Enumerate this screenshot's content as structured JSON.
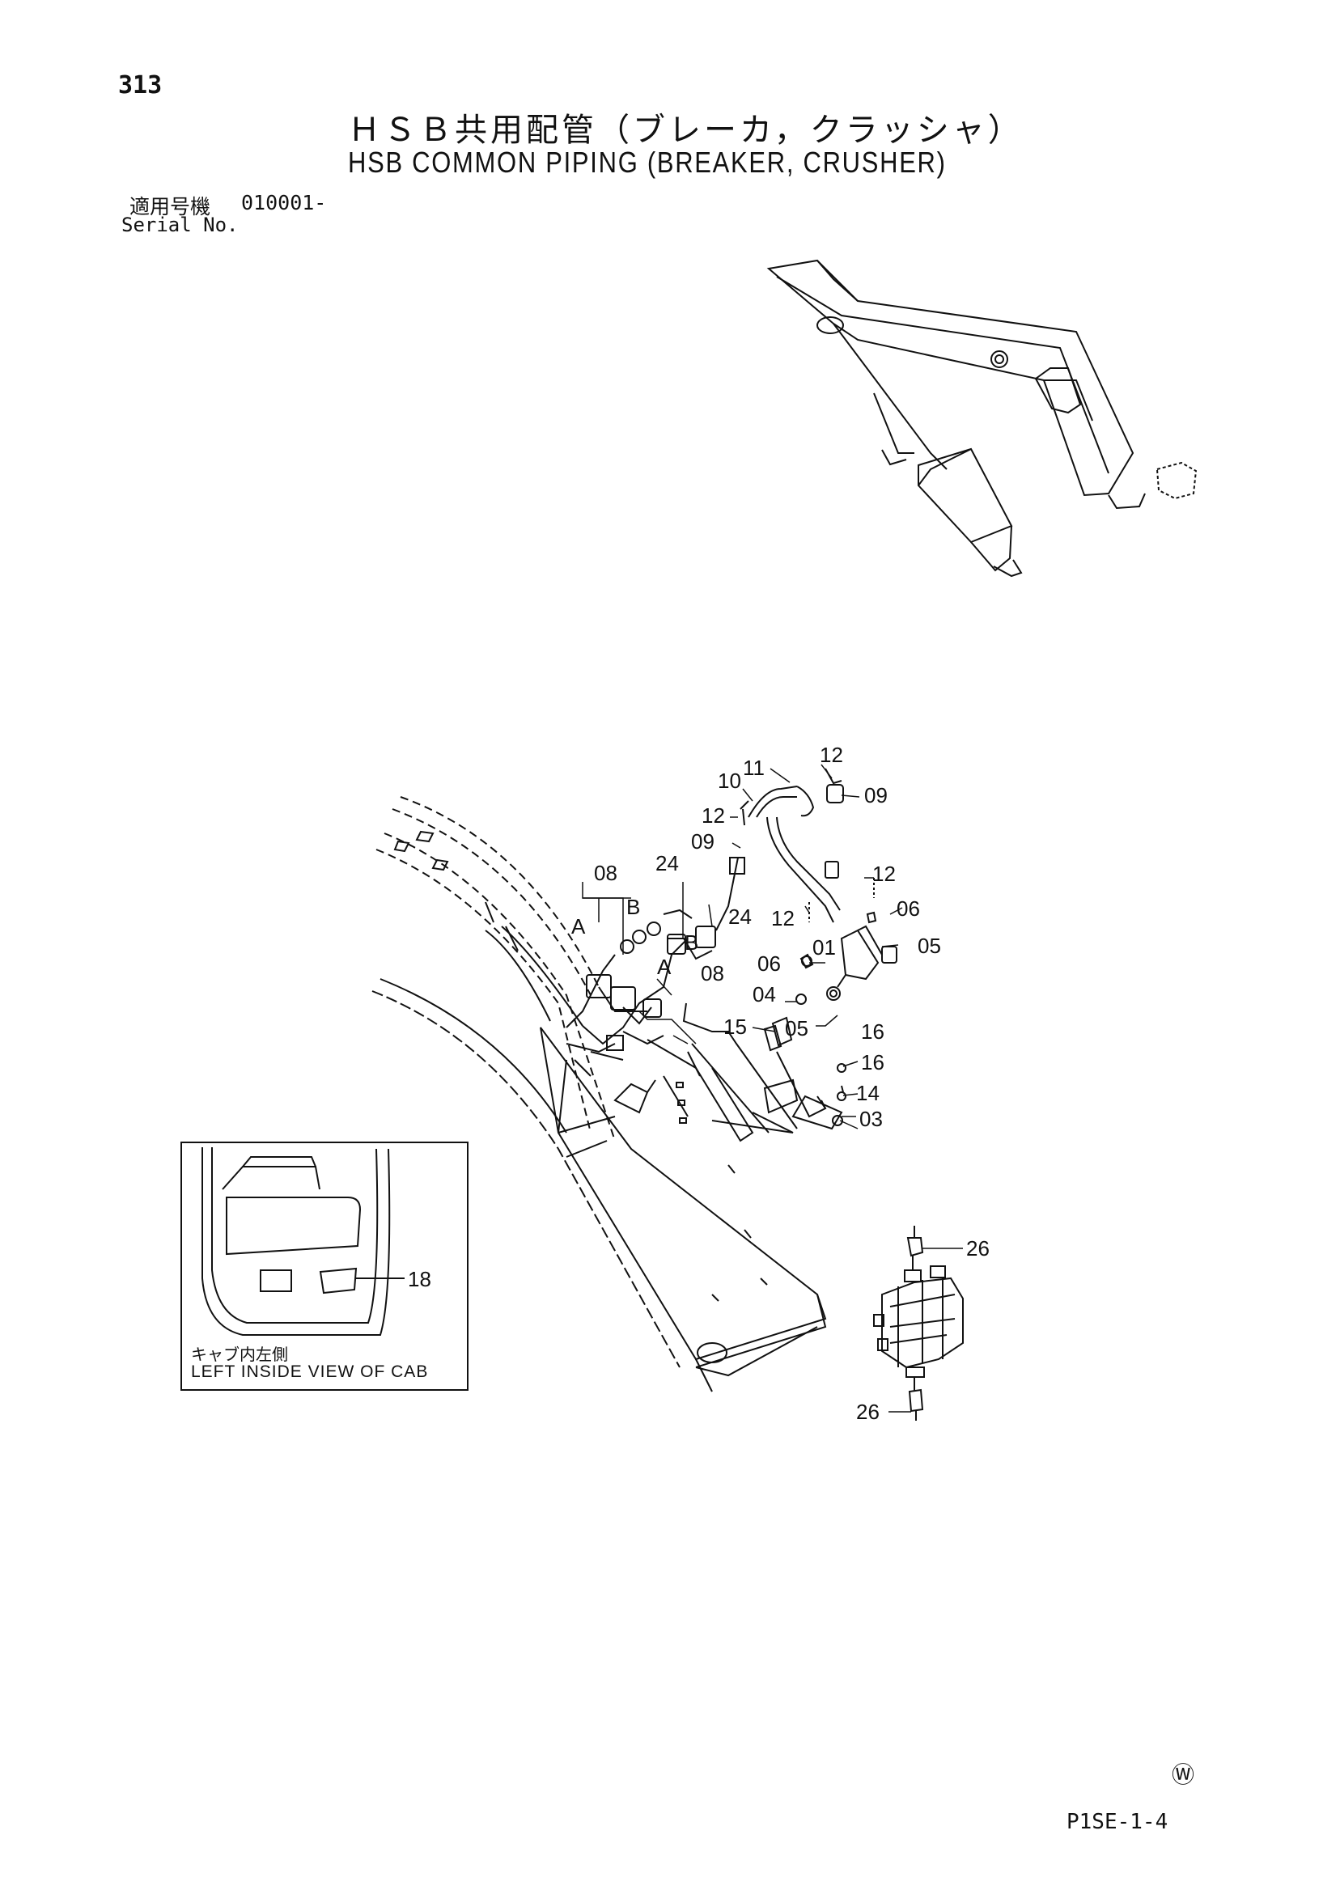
{
  "header": {
    "page_number": "313",
    "title_jp": "ＨＳＢ共用配管（ブレーカ，クラッシャ）",
    "title_en": "HSB COMMON PIPING (BREAKER, CRUSHER)",
    "serial_label_jp": "適用号機",
    "serial_label_en": "Serial No.",
    "serial_value": "010001-"
  },
  "callouts": [
    {
      "id": "c11",
      "text": "11"
    },
    {
      "id": "c12a",
      "text": "12"
    },
    {
      "id": "c10",
      "text": "10"
    },
    {
      "id": "c09a",
      "text": "09"
    },
    {
      "id": "c12b",
      "text": "12"
    },
    {
      "id": "c09b",
      "text": "09"
    },
    {
      "id": "c08a",
      "text": "08"
    },
    {
      "id": "c24a",
      "text": "24"
    },
    {
      "id": "c12c",
      "text": "12"
    },
    {
      "id": "cA1",
      "text": "A"
    },
    {
      "id": "cB1",
      "text": "B"
    },
    {
      "id": "c24b",
      "text": "24"
    },
    {
      "id": "c12d",
      "text": "12"
    },
    {
      "id": "c06a",
      "text": "06"
    },
    {
      "id": "cB2",
      "text": "B"
    },
    {
      "id": "c01",
      "text": "01"
    },
    {
      "id": "c05a",
      "text": "05"
    },
    {
      "id": "cA2",
      "text": "A"
    },
    {
      "id": "c08b",
      "text": "08"
    },
    {
      "id": "c06b",
      "text": "06"
    },
    {
      "id": "c04",
      "text": "04"
    },
    {
      "id": "c05b",
      "text": "05"
    },
    {
      "id": "c15",
      "text": "15"
    },
    {
      "id": "c16a",
      "text": "16"
    },
    {
      "id": "c16b",
      "text": "16"
    },
    {
      "id": "c14",
      "text": "14"
    },
    {
      "id": "c03",
      "text": "03"
    },
    {
      "id": "c26a",
      "text": "26"
    },
    {
      "id": "c18",
      "text": "18"
    },
    {
      "id": "c26b",
      "text": "26"
    }
  ],
  "inset": {
    "label_jp": "キャブ内左側",
    "label_en": "LEFT INSIDE VIEW OF CAB"
  },
  "footer": {
    "mark": "Ⓦ",
    "page_code": "P1SE-1-4"
  }
}
